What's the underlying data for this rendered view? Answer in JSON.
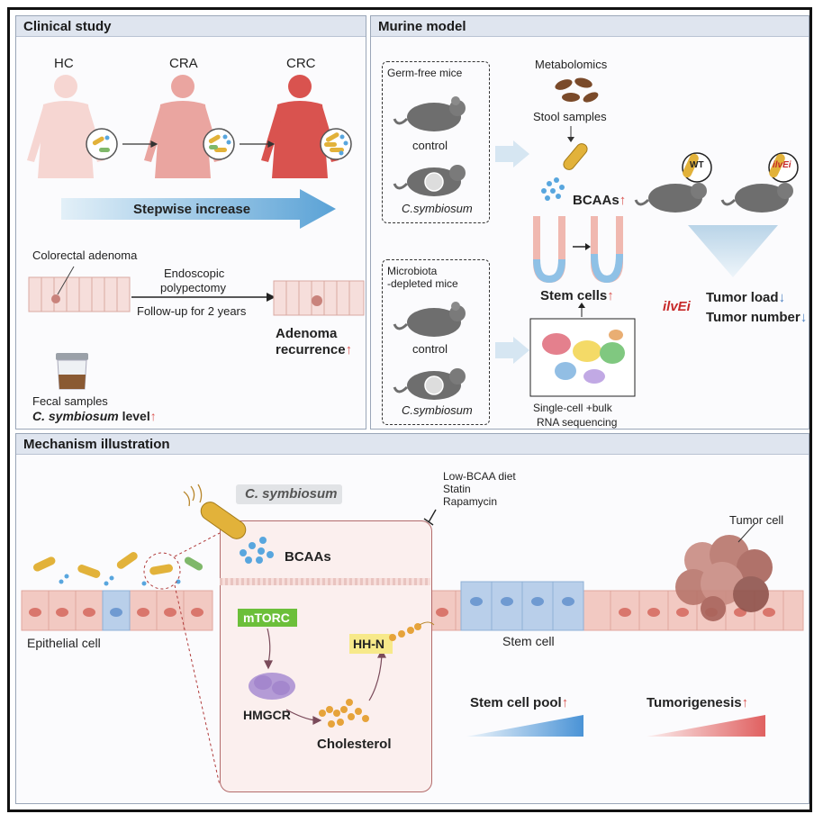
{
  "panels": {
    "clinical": {
      "title": "Clinical study",
      "stages": [
        "HC",
        "CRA",
        "CRC"
      ],
      "stepwise": "Stepwise increase",
      "adenoma": "Colorectal adenoma",
      "endoscopic": "Endoscopic",
      "polypectomy": "polypectomy",
      "followup": "Follow-up for 2 years",
      "recurrence_line1": "Adenoma",
      "recurrence_line2": "recurrence",
      "fecal": "Fecal samples",
      "level_species": "C. symbiosum",
      "level_word": " level"
    },
    "murine": {
      "title": "Murine model",
      "germfree": "Germ-free mice",
      "control1": "control",
      "csym1": "C.symbiosum",
      "metabolomics": "Metabolomics",
      "stool": "Stool samples",
      "bcaas": "BCAAs",
      "stemcells": "Stem cells",
      "microbiota1": "Microbiota",
      "microbiota2": "-depleted mice",
      "control2": "control",
      "csym2": "C.symbiosum",
      "singlecell": "Single-cell +bulk",
      "rnaseq": "RNA sequencing",
      "wt": "WT",
      "ilvei_tag": "ilvEi",
      "ilvei": "ilvEi",
      "tumorload": "Tumor load",
      "tumornumber": "Tumor number"
    },
    "mechanism": {
      "title": "Mechanism illustration",
      "species": "C. symbiosum",
      "bcaas": "BCAAs",
      "lowbcaa": "Low-BCAA diet",
      "statin": "Statin",
      "rapamycin": "Rapamycin",
      "tumorcell": "Tumor cell",
      "epithelial": "Epithelial cell",
      "stemcell": "Stem cell",
      "mtorc": "mTORC",
      "hhn": "HH-N",
      "hmgcr": "HMGCR",
      "cholesterol": "Cholesterol",
      "stempool": "Stem cell pool",
      "tumorigenesis": "Tumorigenesis"
    }
  },
  "arrows": {
    "up": "↑",
    "down": "↓"
  },
  "colors": {
    "panel_header": "#dfe5ef",
    "bacterium": "#e2b23a",
    "bcaa_dot": "#58a6de",
    "tissue_pink": "#f2c9c2",
    "stem_blue": "#b9cfea",
    "up_arrow": "#d9534f",
    "down_arrow": "#4a7fc1",
    "mtorc_green": "#6cbf3a",
    "hhn_yellow": "#f7e98a"
  }
}
